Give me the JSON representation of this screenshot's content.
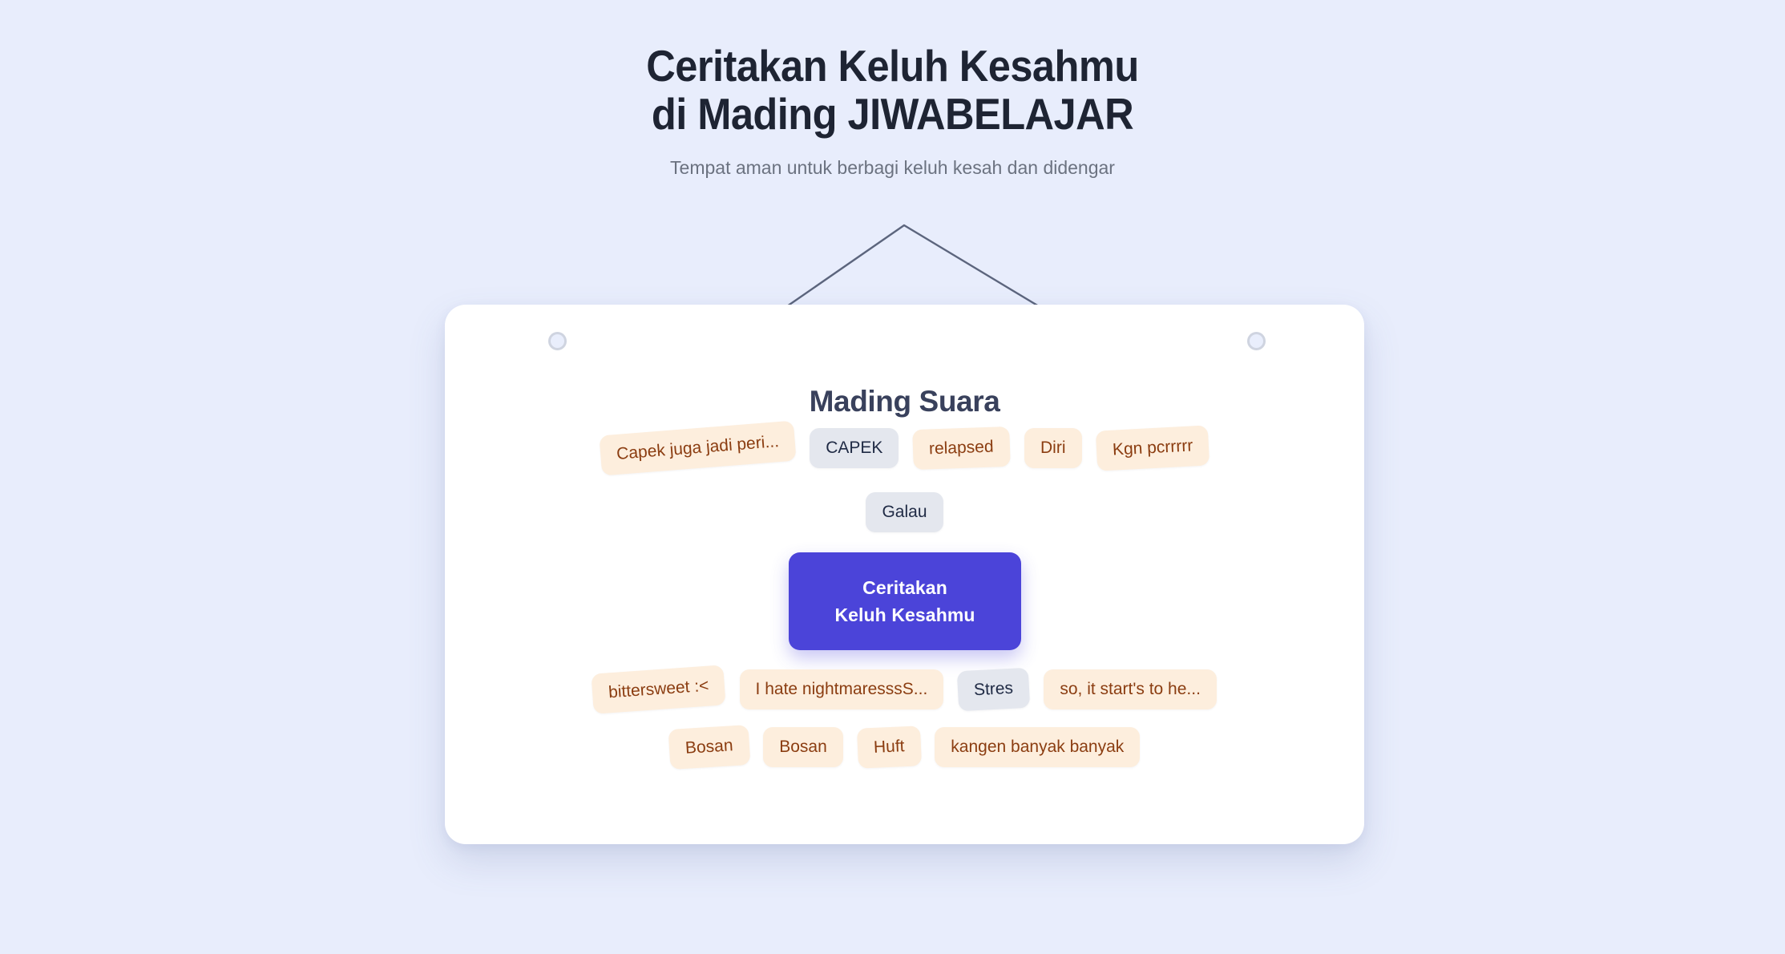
{
  "header": {
    "title_line_1": "Ceritakan Keluh Kesahmu",
    "title_line_2": "di Mading JIWABELAJAR",
    "subtitle": "Tempat aman untuk berbagi keluh kesah dan didengar"
  },
  "board": {
    "title": "Mading Suara",
    "pins": {
      "left_label": "pin-left",
      "right_label": "pin-right"
    }
  },
  "cta": {
    "line_1": "Ceritakan",
    "line_2": "Keluh Kesahmu"
  },
  "notes": {
    "row_1": [
      {
        "text": "Capek juga jadi peri...",
        "style": "peach",
        "rotate": -4.5
      },
      {
        "text": "CAPEK",
        "style": "gray",
        "rotate": 0
      },
      {
        "text": "relapsed",
        "style": "peach",
        "rotate": -2
      },
      {
        "text": "Diri",
        "style": "peach",
        "rotate": 0
      },
      {
        "text": "Kgn pcrrrrr",
        "style": "peach",
        "rotate": -3
      }
    ],
    "row_2": [
      {
        "text": "Galau",
        "style": "gray",
        "rotate": 0
      }
    ],
    "row_3": [
      {
        "text": "bittersweet :<",
        "style": "peach",
        "rotate": -4
      },
      {
        "text": "I hate nightmaresssS...",
        "style": "peach",
        "rotate": 0
      },
      {
        "text": "Stres",
        "style": "gray",
        "rotate": -3
      },
      {
        "text": "so, it start's to he...",
        "style": "peach",
        "rotate": 0
      }
    ],
    "row_4": [
      {
        "text": "Bosan",
        "style": "peach",
        "rotate": -3.5
      },
      {
        "text": "Bosan",
        "style": "peach",
        "rotate": 0
      },
      {
        "text": "Huft",
        "style": "peach",
        "rotate": -2.5
      },
      {
        "text": "kangen banyak banyak",
        "style": "peach",
        "rotate": 0
      }
    ]
  },
  "colors": {
    "background": "#e8edfc",
    "card": "#ffffff",
    "accent": "#4b44d9",
    "chip_peach_bg": "#fdeedd",
    "chip_peach_text": "#8b3d11",
    "chip_gray_bg": "#e4e7ee",
    "chip_gray_text": "#1f2a44",
    "title_text": "#1e2433",
    "subtitle_text": "#6b7280",
    "board_title_text": "#39415c",
    "string": "#5c657d",
    "pin_fill": "#e9eefc",
    "pin_border": "#cfd4e0"
  }
}
